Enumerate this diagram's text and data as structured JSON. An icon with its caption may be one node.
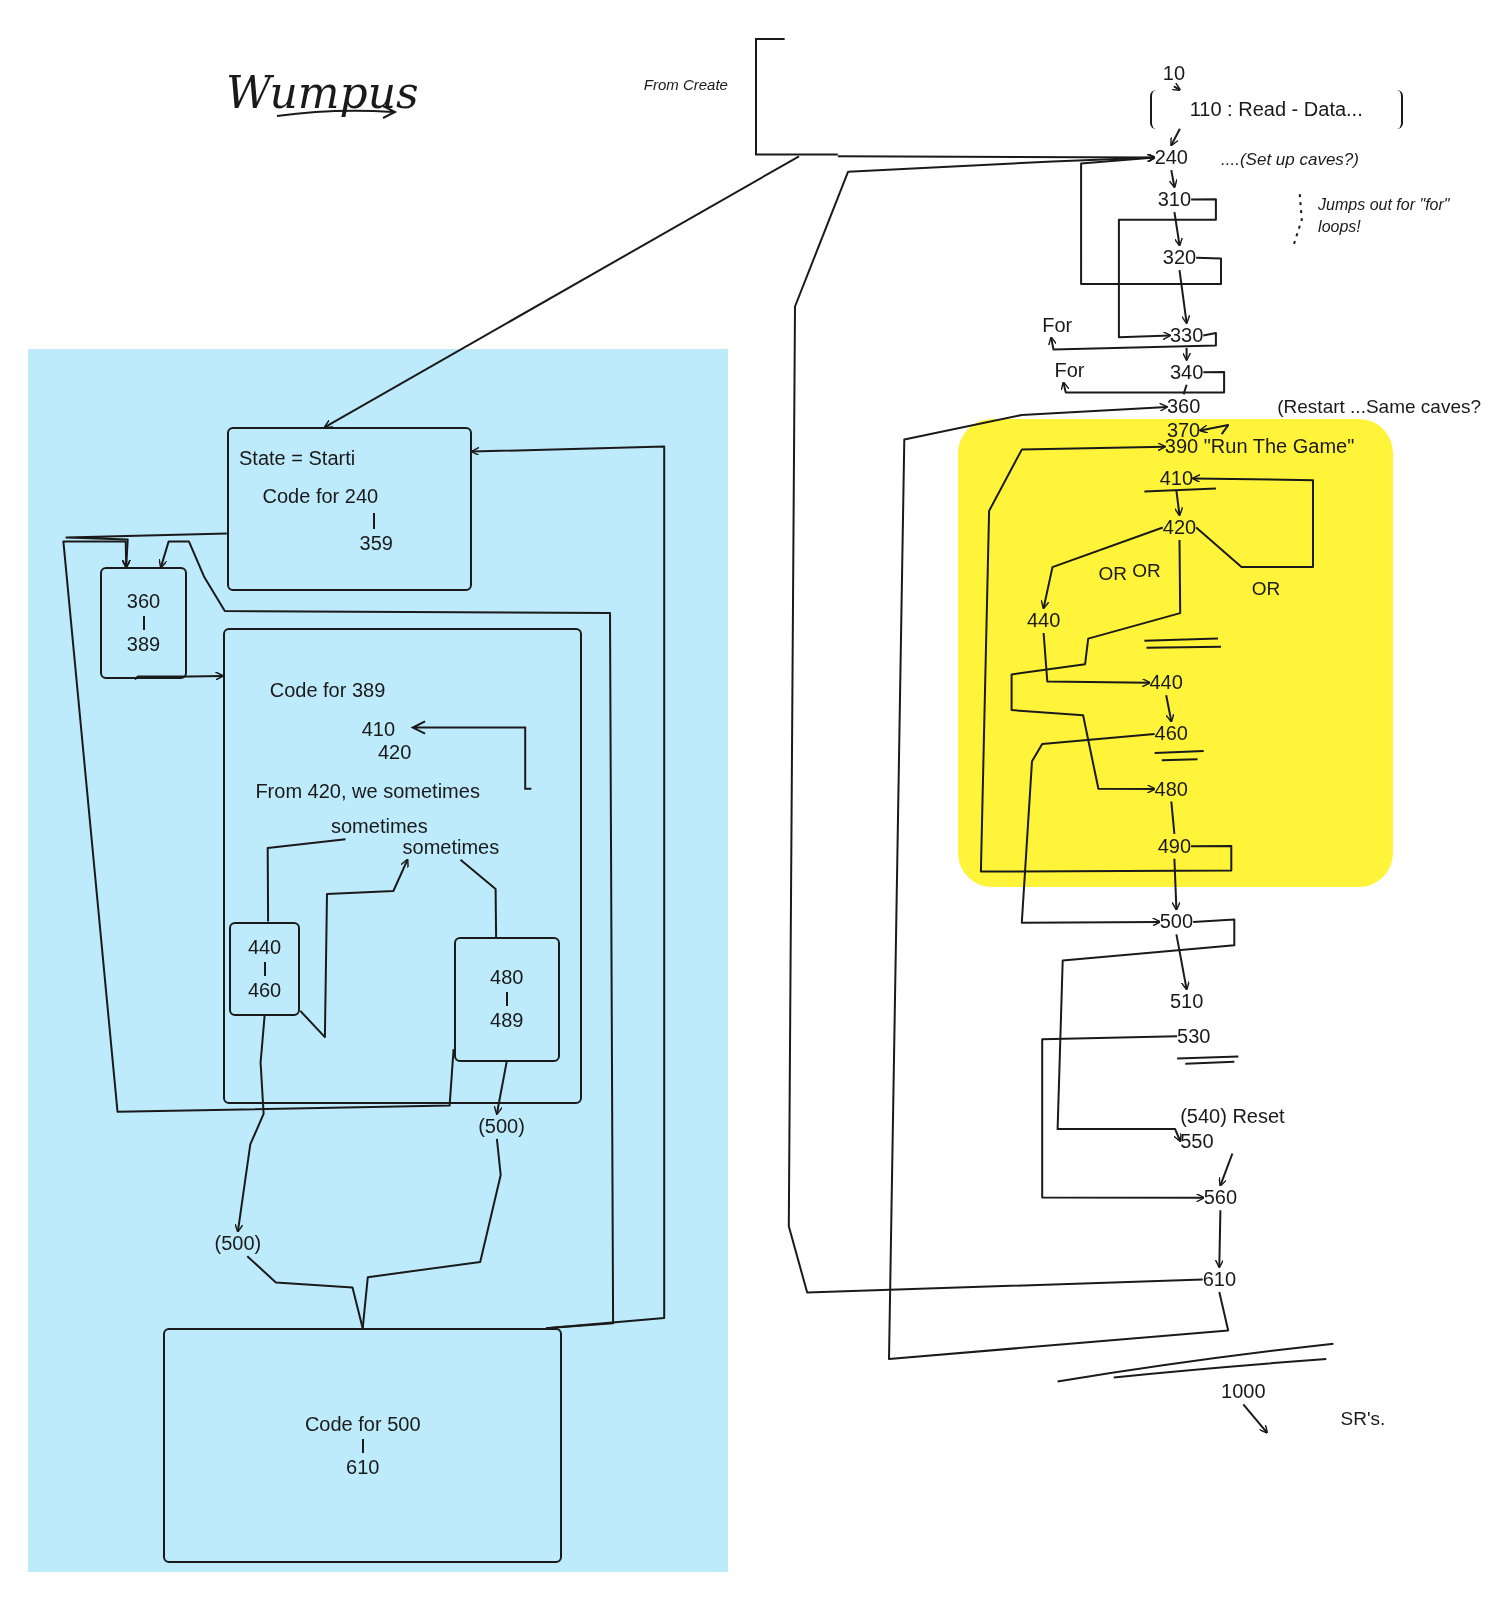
{
  "diagram": {
    "title": "Wumpus",
    "nodes": [
      {
        "text": [
          "From Create"
        ]
      },
      {
        "text": [
          "10"
        ]
      },
      {
        "text": [
          "110 : Read - Data..."
        ]
      },
      {
        "text": [
          "240"
        ],
        "beside": [
          "....(Set up caves?)"
        ]
      },
      {
        "text": [
          "310"
        ]
      },
      {
        "text": [
          "320"
        ]
      },
      {
        "text": [
          "330"
        ]
      },
      {
        "text": [
          "340"
        ]
      },
      {
        "text": [
          "For"
        ]
      },
      {
        "text": [
          "For"
        ]
      },
      {
        "text": [
          "360"
        ]
      },
      {
        "text": [],
        "shape": "box"
      },
      {
        "text": [
          "370"
        ],
        "in": 11
      },
      {
        "text": [
          "390 \"Run The Game\""
        ],
        "in": 11
      },
      {
        "text": [
          "410"
        ],
        "in": 11
      },
      {
        "text": [
          "420"
        ],
        "in": 11
      },
      {
        "text": [
          "440"
        ],
        "in": 11
      },
      {
        "text": [
          "440"
        ],
        "in": 11
      },
      {
        "text": [
          "460"
        ],
        "in": 11
      },
      {
        "text": [
          "480"
        ],
        "in": 11
      },
      {
        "text": [
          "490"
        ],
        "in": 11
      },
      {
        "text": [
          "500"
        ]
      },
      {
        "text": [
          "510"
        ]
      },
      {
        "text": [
          "530"
        ]
      },
      {
        "text": [
          "(540) Reset",
          "550"
        ]
      },
      {
        "text": [
          "560"
        ]
      },
      {
        "text": [
          "610"
        ]
      },
      {
        "text": [
          "1000"
        ]
      },
      {
        "text": [],
        "shape": "box"
      },
      {
        "text": [
          "State = Starti",
          "Code for 240",
          "359"
        ],
        "in": 28
      },
      {
        "text": [
          "360",
          "389"
        ],
        "in": 28
      },
      {
        "text": [
          "Code for 389",
          "410",
          "420",
          "From 420, we sometimes"
        ],
        "in": 28
      },
      {
        "text": [
          "440",
          "460"
        ],
        "in": 31
      },
      {
        "text": [
          "480",
          "489"
        ],
        "in": 31
      },
      {
        "text": [
          "(500)"
        ],
        "in": 28
      },
      {
        "text": [
          "(500)"
        ],
        "in": 28
      },
      {
        "text": [
          "Code for 500",
          "610"
        ],
        "in": 28
      },
      {
        "text": [
          "sometimes"
        ],
        "in": 31
      },
      {
        "text": [
          "sometimes"
        ],
        "in": 31
      }
    ],
    "edges": [
      {
        "from": 1,
        "to": 2,
        "arrow": "to"
      },
      {
        "from": 2,
        "to": 3,
        "arrow": "to"
      },
      {
        "from": 0,
        "to": 3,
        "arrow": "to"
      },
      {
        "from": 0,
        "to": 29,
        "arrow": "to"
      },
      {
        "from": 3,
        "to": 4,
        "arrow": "to"
      },
      {
        "from": 4,
        "to": 5,
        "arrow": "to"
      },
      {
        "from": 4,
        "to": 6,
        "arrow": "to"
      },
      {
        "from": 5,
        "to": 6,
        "arrow": "to"
      },
      {
        "from": 5,
        "to": 3,
        "arrow": "to"
      },
      {
        "from": 6,
        "to": 8,
        "arrow": "to"
      },
      {
        "from": 6,
        "to": 7,
        "arrow": "to"
      },
      {
        "from": 7,
        "to": 9,
        "arrow": "to"
      },
      {
        "from": 7,
        "to": 10,
        "arrow": "none"
      },
      {
        "from": 26,
        "to": 3,
        "arrow": "to"
      },
      {
        "from": 26,
        "to": 10,
        "arrow": "to"
      },
      {
        "from": 13,
        "to": 12,
        "arrow": "to"
      },
      {
        "from": 20,
        "to": 13,
        "arrow": "to"
      },
      {
        "from": 14,
        "to": 15,
        "arrow": "to"
      },
      {
        "from": 15,
        "to": 16,
        "arrow": "to"
      },
      {
        "from": 15,
        "to": 19,
        "arrow": "to"
      },
      {
        "from": 15,
        "to": 14,
        "arrow": "to"
      },
      {
        "from": 16,
        "to": 17,
        "arrow": "to"
      },
      {
        "from": 17,
        "to": 18,
        "arrow": "to"
      },
      {
        "from": 18,
        "to": 21,
        "arrow": "to"
      },
      {
        "from": 19,
        "to": 20,
        "arrow": "none"
      },
      {
        "from": 20,
        "to": 21,
        "arrow": "to"
      },
      {
        "from": 21,
        "to": 22,
        "arrow": "to"
      },
      {
        "from": 21,
        "to": 24,
        "arrow": "to"
      },
      {
        "from": 23,
        "to": 25,
        "arrow": "to"
      },
      {
        "from": 24,
        "to": 25,
        "arrow": "to"
      },
      {
        "from": 25,
        "to": 26,
        "arrow": "to"
      },
      {
        "from": 27,
        "to": null,
        "arrow": "to"
      },
      {
        "from": 29,
        "to": 30,
        "arrow": "to"
      },
      {
        "from": 30,
        "to": 31,
        "arrow": "to"
      },
      {
        "from": 37,
        "to": 32,
        "arrow": "none"
      },
      {
        "from": 38,
        "to": 33,
        "arrow": "none"
      },
      {
        "from": 32,
        "to": 35,
        "arrow": "to"
      },
      {
        "from": 33,
        "to": 34,
        "arrow": "to"
      },
      {
        "from": 34,
        "to": 36,
        "arrow": "none"
      },
      {
        "from": 35,
        "to": 36,
        "arrow": "none"
      },
      {
        "from": 36,
        "to": 29,
        "arrow": "to"
      },
      {
        "from": 36,
        "to": 30,
        "arrow": "to"
      },
      {
        "from": 33,
        "to": 30,
        "arrow": "to"
      },
      {
        "from": 32,
        "to": 38,
        "arrow": "to"
      }
    ],
    "labels": [
      "Jumps out for \"for\" loops!",
      "(Restart ...Same caves?",
      "OR",
      "OR",
      "OR",
      "SR's."
    ]
  }
}
